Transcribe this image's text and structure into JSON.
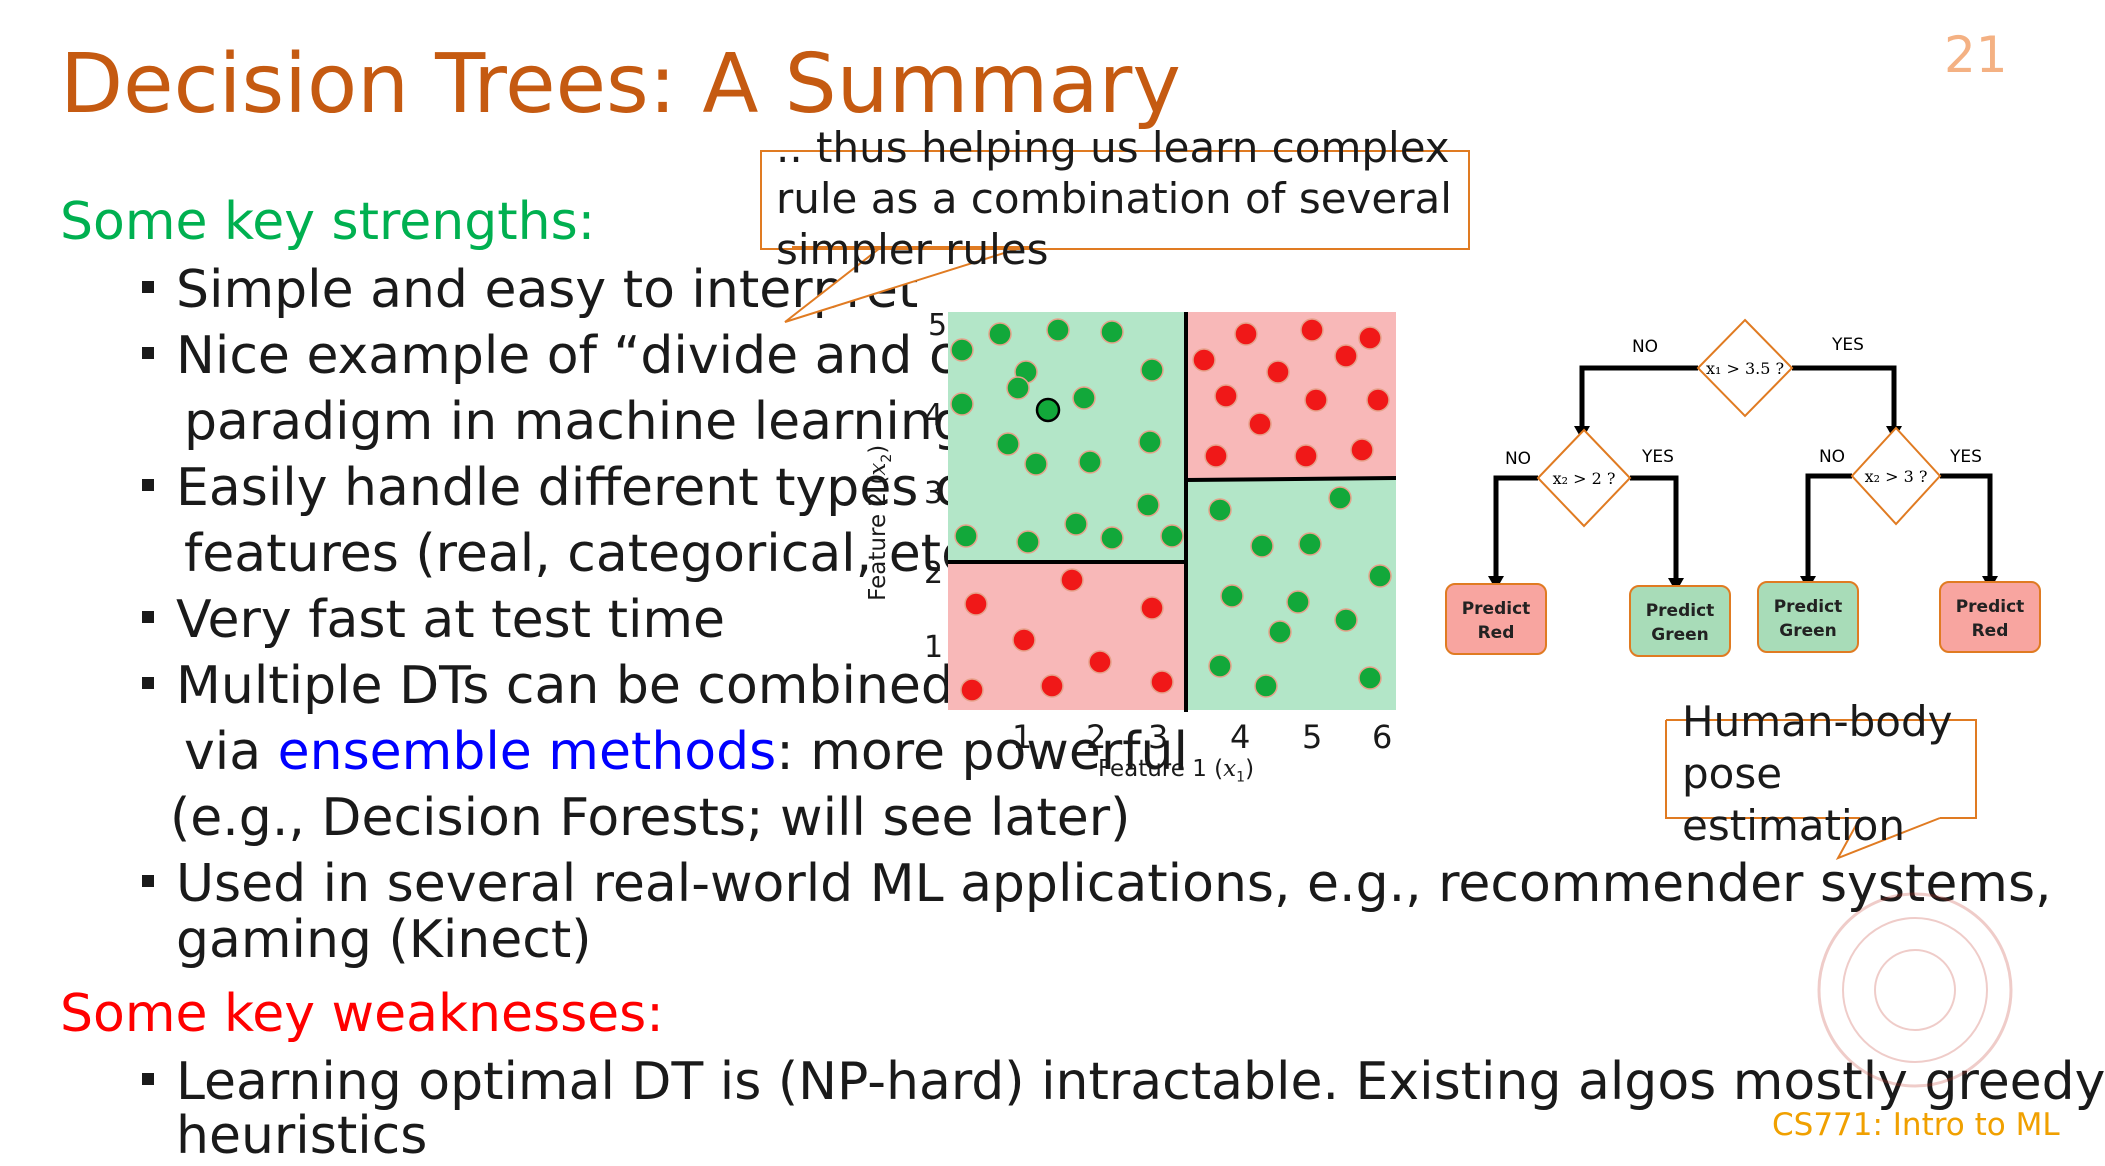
{
  "slide": {
    "title": "Decision Trees: A Summary",
    "number": "21",
    "footer": "CS771: Intro to ML"
  },
  "strengths": {
    "heading": "Some key strengths:",
    "b1": "Simple and easy to interpret",
    "b2a": "Nice example of  “divide and conquer”",
    "b2b": "paradigm in machine learning",
    "b3a": "Easily handle different types of",
    "b3b": "features (real, categorical, etc.)",
    "b4": "Very fast at test time",
    "b5a": "Multiple DTs can be combined",
    "b5b_pre": "via ",
    "b5b_link": "ensemble methods",
    "b5b_post": ": more powerful",
    "b5c": "(e.g., Decision Forests; will see later)",
    "b6a": "Used in several real-world ML applications, e.g., recommender systems,",
    "b6b": "gaming (Kinect)"
  },
  "weaknesses": {
    "heading": "Some key weaknesses:",
    "b1a": "Learning optimal DT is (NP-hard) intractable. Existing algos mostly greedy",
    "b1b": "heuristics"
  },
  "callouts": {
    "top": [
      ".. thus helping us learn complex",
      "rule as a combination of several",
      "simpler rules"
    ],
    "right": [
      "Human-body",
      "pose",
      "estimation"
    ]
  },
  "plot": {
    "x_ticks": [
      "1",
      "2",
      "3",
      "4",
      "5",
      "6"
    ],
    "y_ticks": [
      "1",
      "2",
      "3",
      "4",
      "5"
    ],
    "xlabel": "Feature 1 (",
    "xlabel_var": "x",
    "xlabel_sub": "1",
    "ylabel": "Feature 2 (",
    "ylabel_var": "x",
    "ylabel_sub": "2",
    "colors": {
      "green_region": "#b3e6c8",
      "red_region": "#f8b8b8",
      "green_point": "#12a83a",
      "red_point": "#f01818"
    }
  },
  "tree": {
    "root": {
      "cond": "x₁ > 3.5 ?",
      "no": "NO",
      "yes": "YES"
    },
    "left": {
      "cond": "x₂ > 2 ?",
      "no": "NO",
      "yes": "YES"
    },
    "right": {
      "cond": "x₂ > 3 ?",
      "no": "NO",
      "yes": "YES"
    },
    "leaves": [
      {
        "line1": "Predict",
        "line2": "Red",
        "color": "#f8a5a0"
      },
      {
        "line1": "Predict",
        "line2": "Green",
        "color": "#a8dcb8"
      },
      {
        "line1": "Predict",
        "line2": "Green",
        "color": "#a8dcb8"
      },
      {
        "line1": "Predict",
        "line2": "Red",
        "color": "#f8a5a0"
      }
    ]
  }
}
